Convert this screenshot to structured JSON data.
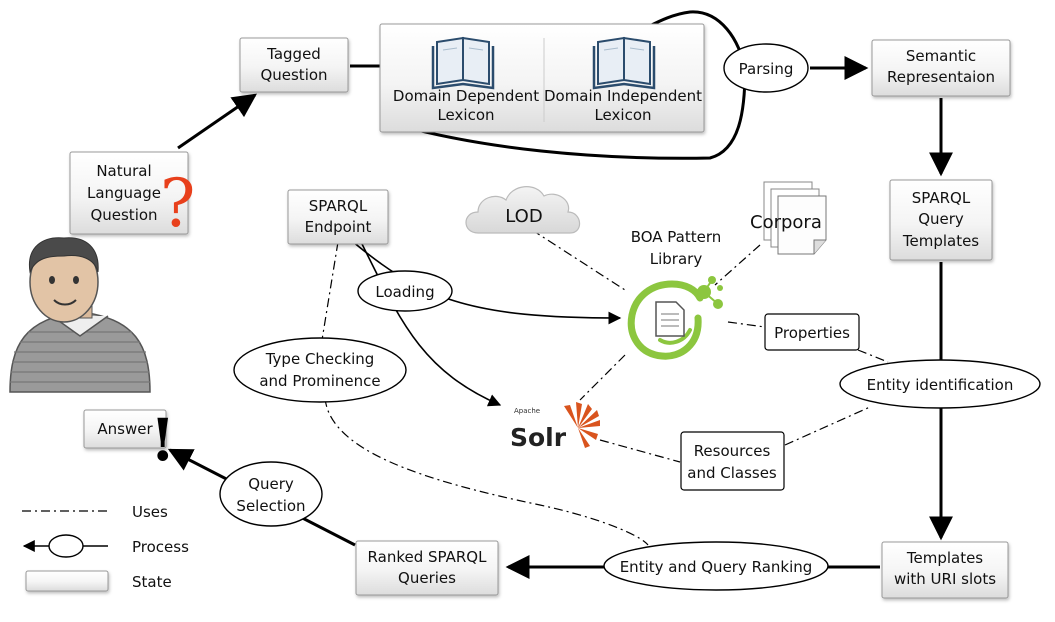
{
  "states": {
    "natural_language_question": [
      "Natural",
      "Language",
      "Question"
    ],
    "tagged_question": [
      "Tagged",
      "Question"
    ],
    "domain_dependent_lexicon": [
      "Domain Dependent",
      "Lexicon"
    ],
    "domain_independent_lexicon": [
      "Domain Independent",
      "Lexicon"
    ],
    "semantic_representation": [
      "Semantic",
      "Representaion"
    ],
    "sparql_query_templates": [
      "SPARQL",
      "Query",
      "Templates"
    ],
    "templates_with_uri_slots": [
      "Templates",
      "with URI slots"
    ],
    "ranked_sparql_queries": [
      "Ranked SPARQL",
      "Queries"
    ],
    "answer": "Answer",
    "sparql_endpoint": [
      "SPARQL",
      "Endpoint"
    ],
    "properties": "Properties",
    "resources_and_classes": [
      "Resources",
      "and Classes"
    ]
  },
  "processes": {
    "parsing": "Parsing",
    "loading": "Loading",
    "type_checking": [
      "Type Checking",
      "and Prominence"
    ],
    "entity_identification": "Entity identification",
    "entity_query_ranking": "Entity and Query Ranking",
    "query_selection": [
      "Query",
      "Selection"
    ]
  },
  "resources": {
    "lod": "LOD",
    "corpora": "Corpora",
    "boa": [
      "BOA Pattern",
      "Library"
    ],
    "solr_small": "Apache",
    "solr": "Solr"
  },
  "symbols": {
    "question_mark": "?",
    "exclamation": "!"
  },
  "legend": {
    "uses": "Uses",
    "process": "Process",
    "state": "State"
  },
  "colors": {
    "question_mark": "#e8401c",
    "boa_green": "#8cc63f",
    "solr_orange": "#d9541e"
  }
}
